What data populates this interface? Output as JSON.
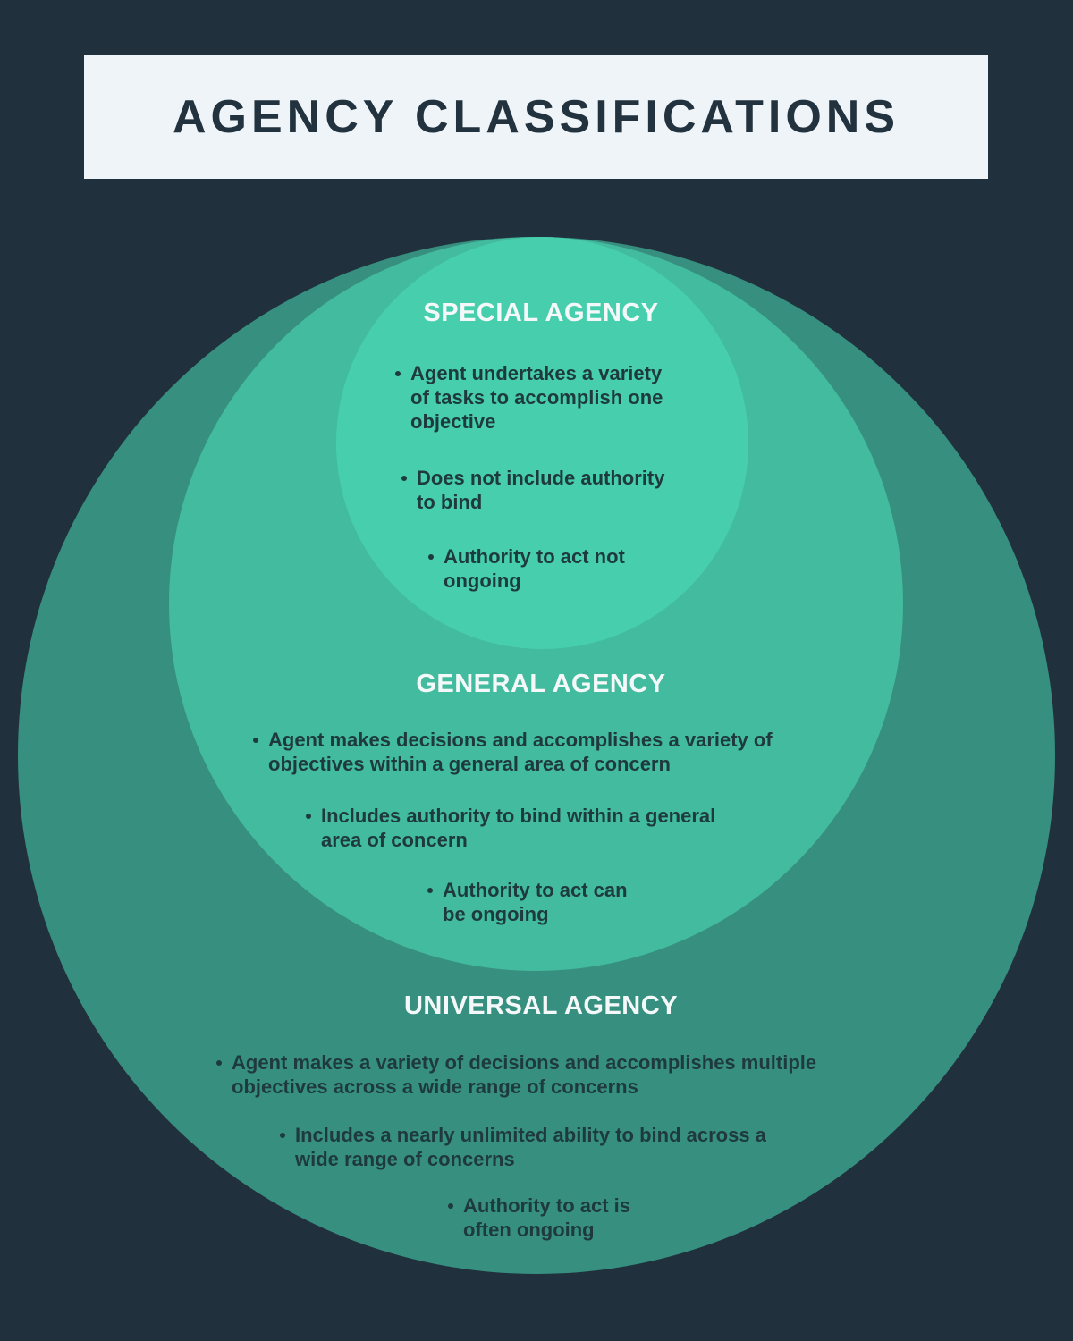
{
  "title": "AGENCY CLASSIFICATIONS",
  "colors": {
    "background": "#20313d",
    "universal": "#37907f",
    "general": "#42bb9e",
    "special": "#47cfad",
    "title_box": "#eef4f8"
  },
  "special": {
    "heading": "SPECIAL AGENCY",
    "bullets": [
      "Agent undertakes a variety\nof tasks to accomplish one\nobjective",
      "Does not include authority\nto bind",
      "Authority to act not\nongoing"
    ]
  },
  "general": {
    "heading": "GENERAL AGENCY",
    "bullets": [
      "Agent makes decisions and accomplishes a variety of\nobjectives within a general area of concern",
      "Includes authority to bind within a general\narea of concern",
      "Authority to act can\nbe ongoing"
    ]
  },
  "universal": {
    "heading": "UNIVERSAL AGENCY",
    "bullets": [
      "Agent makes a variety of decisions and accomplishes multiple\nobjectives across a wide range of concerns",
      "Includes a nearly unlimited ability to bind across a\nwide range of concerns",
      "Authority to act is\noften ongoing"
    ]
  }
}
